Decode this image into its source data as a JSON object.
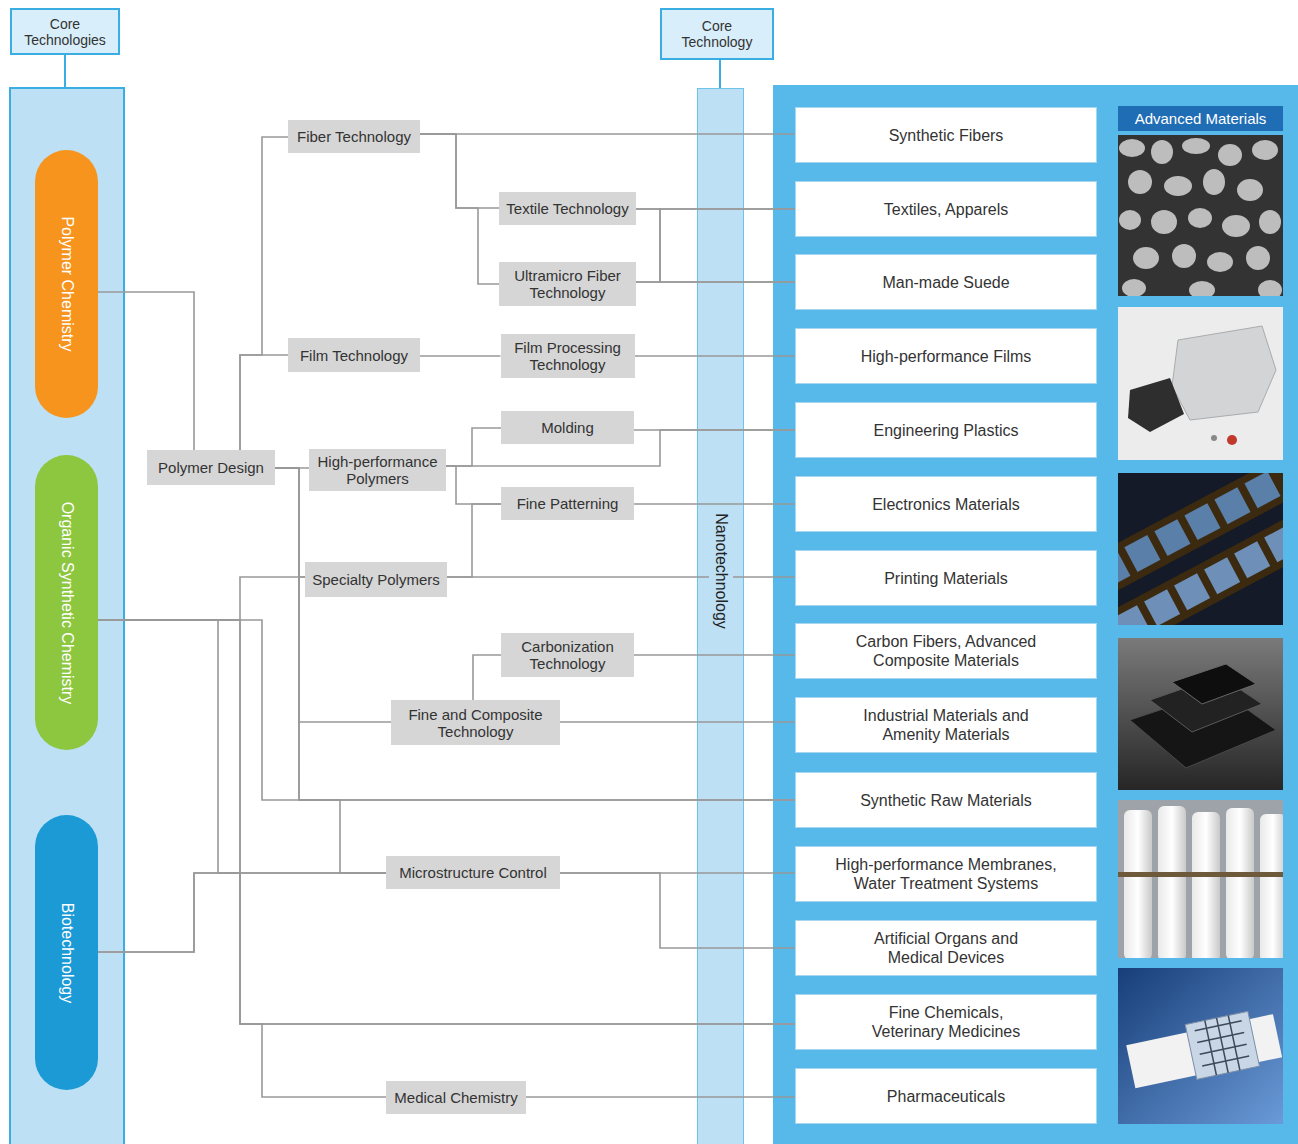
{
  "diagram": {
    "nodes": [
      {
        "text": [
          "Core Technologies"
        ]
      },
      {
        "text": [
          "Polymer Chemistry"
        ]
      },
      {
        "text": [
          "Organic Synthetic Chemistry"
        ]
      },
      {
        "text": [
          "Biotechnology"
        ]
      },
      {
        "text": [
          "Polymer Design"
        ]
      },
      {
        "text": [
          "Fiber Technology"
        ]
      },
      {
        "text": [
          "Film Technology"
        ]
      },
      {
        "text": [
          "High-performance Polymers"
        ]
      },
      {
        "text": [
          "Specialty Polymers"
        ]
      },
      {
        "text": [
          "Fine and Composite Technology"
        ]
      },
      {
        "text": [
          "Microstructure Control"
        ]
      },
      {
        "text": [
          "Medical Chemistry"
        ]
      },
      {
        "text": [
          "Textile Technology"
        ]
      },
      {
        "text": [
          "Ultramicro Fiber Technology"
        ]
      },
      {
        "text": [
          "Film Processing Technology"
        ]
      },
      {
        "text": [
          "Molding"
        ]
      },
      {
        "text": [
          "Fine Patterning"
        ]
      },
      {
        "text": [
          "Carbonization Technology"
        ]
      },
      {
        "text": [
          "Core Technology"
        ]
      },
      {
        "text": [
          "Nanotechnology"
        ]
      },
      {
        "text": [
          "Advanced Materials"
        ]
      },
      {
        "text": [
          "Synthetic Fibers"
        ]
      },
      {
        "text": [
          "Textiles, Apparels"
        ]
      },
      {
        "text": [
          "Man-made Suede"
        ]
      },
      {
        "text": [
          "High-performance Films"
        ]
      },
      {
        "text": [
          "Engineering Plastics"
        ]
      },
      {
        "text": [
          "Electronics Materials"
        ]
      },
      {
        "text": [
          "Printing Materials"
        ]
      },
      {
        "text": [
          "Carbon Fibers, Advanced Composite Materials"
        ]
      },
      {
        "text": [
          "Industrial Materials and Amenity Materials"
        ]
      },
      {
        "text": [
          "Synthetic Raw Materials"
        ]
      },
      {
        "text": [
          "High-performance Membranes, Water Treatment Systems"
        ]
      },
      {
        "text": [
          "Artificial Organs and Medical Devices"
        ]
      },
      {
        "text": [
          "Fine Chemicals, Veterinary Medicines"
        ]
      },
      {
        "text": [
          "Pharmaceuticals"
        ]
      }
    ],
    "edges": [
      {
        "from": 1,
        "to": 4,
        "arrow": "none"
      },
      {
        "from": 4,
        "to": 5,
        "arrow": "none"
      },
      {
        "from": 4,
        "to": 6,
        "arrow": "none"
      },
      {
        "from": 4,
        "to": 7,
        "arrow": "none"
      },
      {
        "from": 4,
        "to": 8,
        "arrow": "none"
      },
      {
        "from": 4,
        "to": 9,
        "arrow": "none"
      },
      {
        "from": 4,
        "to": 30,
        "arrow": "none"
      },
      {
        "from": 4,
        "to": 10,
        "arrow": "none"
      },
      {
        "from": 5,
        "to": 21,
        "arrow": "none"
      },
      {
        "from": 5,
        "to": 12,
        "arrow": "none"
      },
      {
        "from": 5,
        "to": 13,
        "arrow": "none"
      },
      {
        "from": 12,
        "to": 22,
        "arrow": "none"
      },
      {
        "from": 12,
        "to": 23,
        "arrow": "none"
      },
      {
        "from": 13,
        "to": 22,
        "arrow": "none"
      },
      {
        "from": 13,
        "to": 23,
        "arrow": "none"
      },
      {
        "from": 6,
        "to": 14,
        "arrow": "none"
      },
      {
        "from": 14,
        "to": 24,
        "arrow": "none"
      },
      {
        "from": 7,
        "to": 15,
        "arrow": "none"
      },
      {
        "from": 7,
        "to": 25,
        "arrow": "none"
      },
      {
        "from": 15,
        "to": 25,
        "arrow": "none"
      },
      {
        "from": 7,
        "to": 16,
        "arrow": "none"
      },
      {
        "from": 8,
        "to": 16,
        "arrow": "none"
      },
      {
        "from": 8,
        "to": 27,
        "arrow": "none"
      },
      {
        "from": 16,
        "to": 26,
        "arrow": "none"
      },
      {
        "from": 9,
        "to": 17,
        "arrow": "none"
      },
      {
        "from": 17,
        "to": 28,
        "arrow": "none"
      },
      {
        "from": 9,
        "to": 29,
        "arrow": "none"
      },
      {
        "from": 10,
        "to": 31,
        "arrow": "none"
      },
      {
        "from": 10,
        "to": 32,
        "arrow": "none"
      },
      {
        "from": 11,
        "to": 34,
        "arrow": "none"
      },
      {
        "from": 2,
        "to": 8,
        "arrow": "none"
      },
      {
        "from": 2,
        "to": 30,
        "arrow": "none"
      },
      {
        "from": 2,
        "to": 10,
        "arrow": "none"
      },
      {
        "from": 2,
        "to": 33,
        "arrow": "none"
      },
      {
        "from": 2,
        "to": 11,
        "arrow": "none"
      },
      {
        "from": 3,
        "to": 10,
        "arrow": "none"
      },
      {
        "from": 3,
        "to": 33,
        "arrow": "none"
      }
    ]
  }
}
